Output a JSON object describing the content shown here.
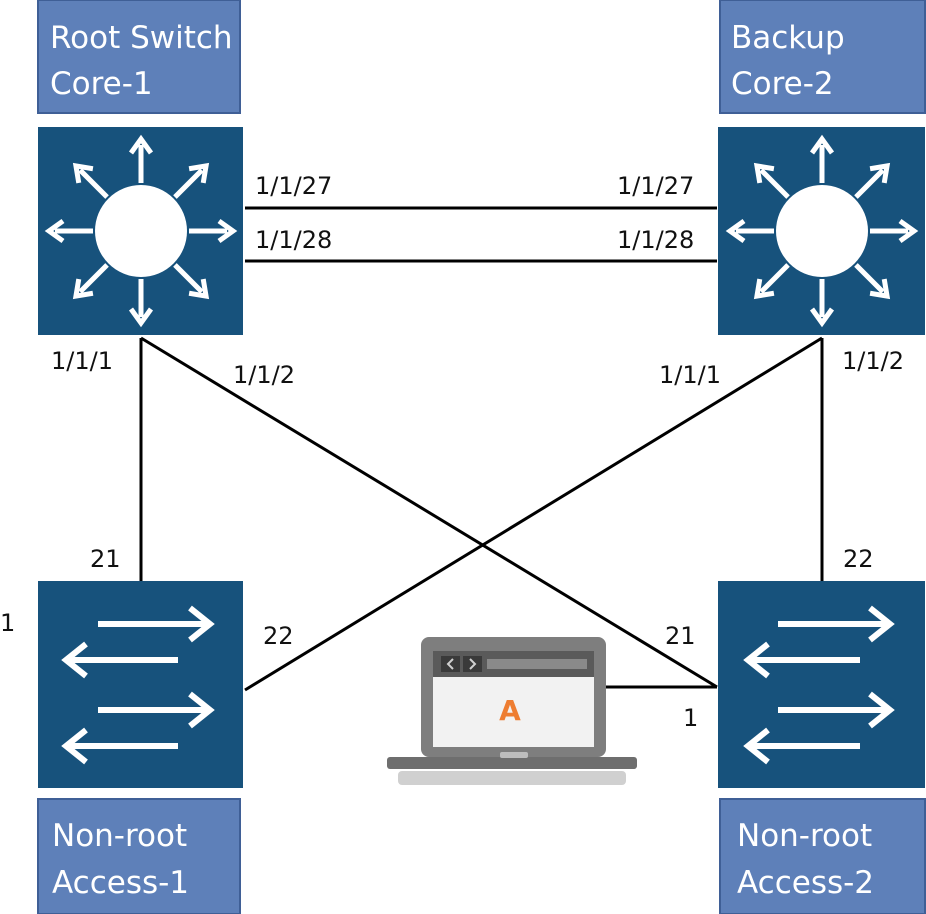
{
  "colors": {
    "device_fill": "#17527c",
    "label_box_fill": "#5e80b9",
    "label_box_border": "#3f5f96",
    "link": "#000000",
    "arrow": "#ffffff",
    "laptop_body": "#7e7e7e",
    "laptop_screen": "#f2f2f2",
    "laptop_letter": "#ee7d31"
  },
  "devices": {
    "core1": {
      "line1": "Root Switch",
      "line2": "Core-1",
      "icon": "layer3-switch-icon"
    },
    "core2": {
      "line1": "Backup",
      "line2": "Core-2",
      "icon": "layer3-switch-icon"
    },
    "access1": {
      "line1": "Non-root",
      "line2": "Access-1",
      "icon": "layer2-switch-icon"
    },
    "access2": {
      "line1": "Non-root",
      "line2": "Access-2",
      "icon": "layer2-switch-icon"
    }
  },
  "laptop": {
    "letter": "A",
    "icon": "laptop-icon"
  },
  "ports": {
    "core1_top": "1/1/27",
    "core1_bottom": "1/1/28",
    "core2_top": "1/1/27",
    "core2_bottom": "1/1/28",
    "core1_down": "1/1/1",
    "core1_cross": "1/1/2",
    "core2_cross": "1/1/1",
    "core2_down": "1/1/2",
    "access1_up": "21",
    "access1_cross": "22",
    "access1_side": "1",
    "access2_cross": "21",
    "access2_up": "22",
    "access2_laptop": "1"
  }
}
